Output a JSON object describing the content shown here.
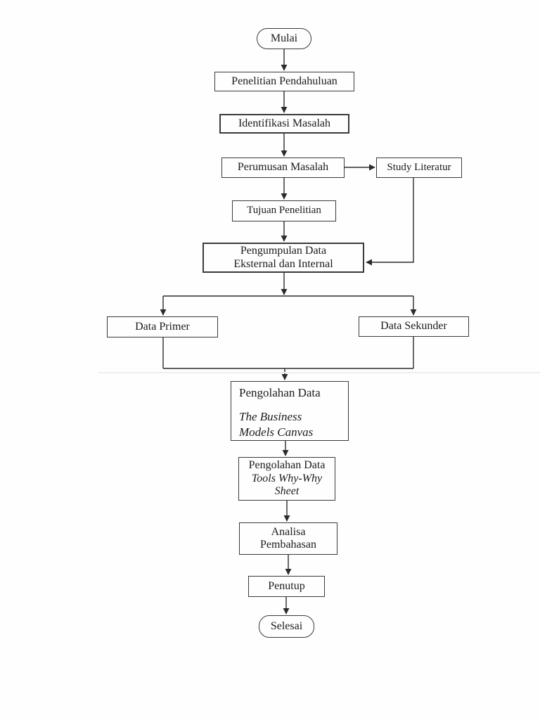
{
  "page": {
    "background": "#fefefe",
    "line_color": "#2b2b2b",
    "border_color": "#3a3a3a",
    "text_color": "#1b1b1b",
    "pagebreak_color": "#f4ede9"
  },
  "flowchart": {
    "nodes": {
      "mulai": {
        "label": "Mulai",
        "shape": "terminator"
      },
      "penelitian_pendahuluan": {
        "label": "Penelitian Pendahuluan",
        "shape": "process"
      },
      "identifikasi_masalah": {
        "label": "Identifikasi Masalah",
        "shape": "process"
      },
      "perumusan_masalah": {
        "label": "Perumusan Masalah",
        "shape": "process"
      },
      "study_literatur": {
        "label": "Study Literatur",
        "shape": "process"
      },
      "tujuan_penelitian": {
        "label": "Tujuan Penelitian",
        "shape": "process"
      },
      "pengumpulan_data": {
        "line1": "Pengumpulan Data",
        "line2": "Eksternal dan Internal",
        "shape": "process"
      },
      "data_primer": {
        "label": "Data Primer",
        "shape": "process"
      },
      "data_sekunder": {
        "label": "Data Sekunder",
        "shape": "process"
      },
      "pengolahan_data_bmc": {
        "title": "Pengolahan Data",
        "italic_line1": "The Business",
        "italic_line2": "Models Canvas",
        "shape": "process"
      },
      "pengolahan_data_why": {
        "title": "Pengolahan Data",
        "italic_text": "Tools Why-Why Sheet",
        "shape": "process"
      },
      "analisa_pembahasan": {
        "line1": "Analisa",
        "line2": "Pembahasan",
        "shape": "process"
      },
      "penutup": {
        "label": "Penutup",
        "shape": "process"
      },
      "selesai": {
        "label": "Selesai",
        "shape": "terminator"
      }
    },
    "edges": [
      "mulai -> penelitian_pendahuluan",
      "penelitian_pendahuluan -> identifikasi_masalah",
      "identifikasi_masalah -> perumusan_masalah",
      "perumusan_masalah -> study_literatur",
      "perumusan_masalah -> tujuan_penelitian",
      "tujuan_penelitian -> pengumpulan_data",
      "study_literatur -> pengumpulan_data",
      "pengumpulan_data -> data_primer",
      "pengumpulan_data -> data_sekunder",
      "data_primer -> pengolahan_data_bmc",
      "data_sekunder -> pengolahan_data_bmc",
      "pengolahan_data_bmc -> pengolahan_data_why",
      "pengolahan_data_why -> analisa_pembahasan",
      "analisa_pembahasan -> penutup",
      "penutup -> selesai"
    ]
  }
}
